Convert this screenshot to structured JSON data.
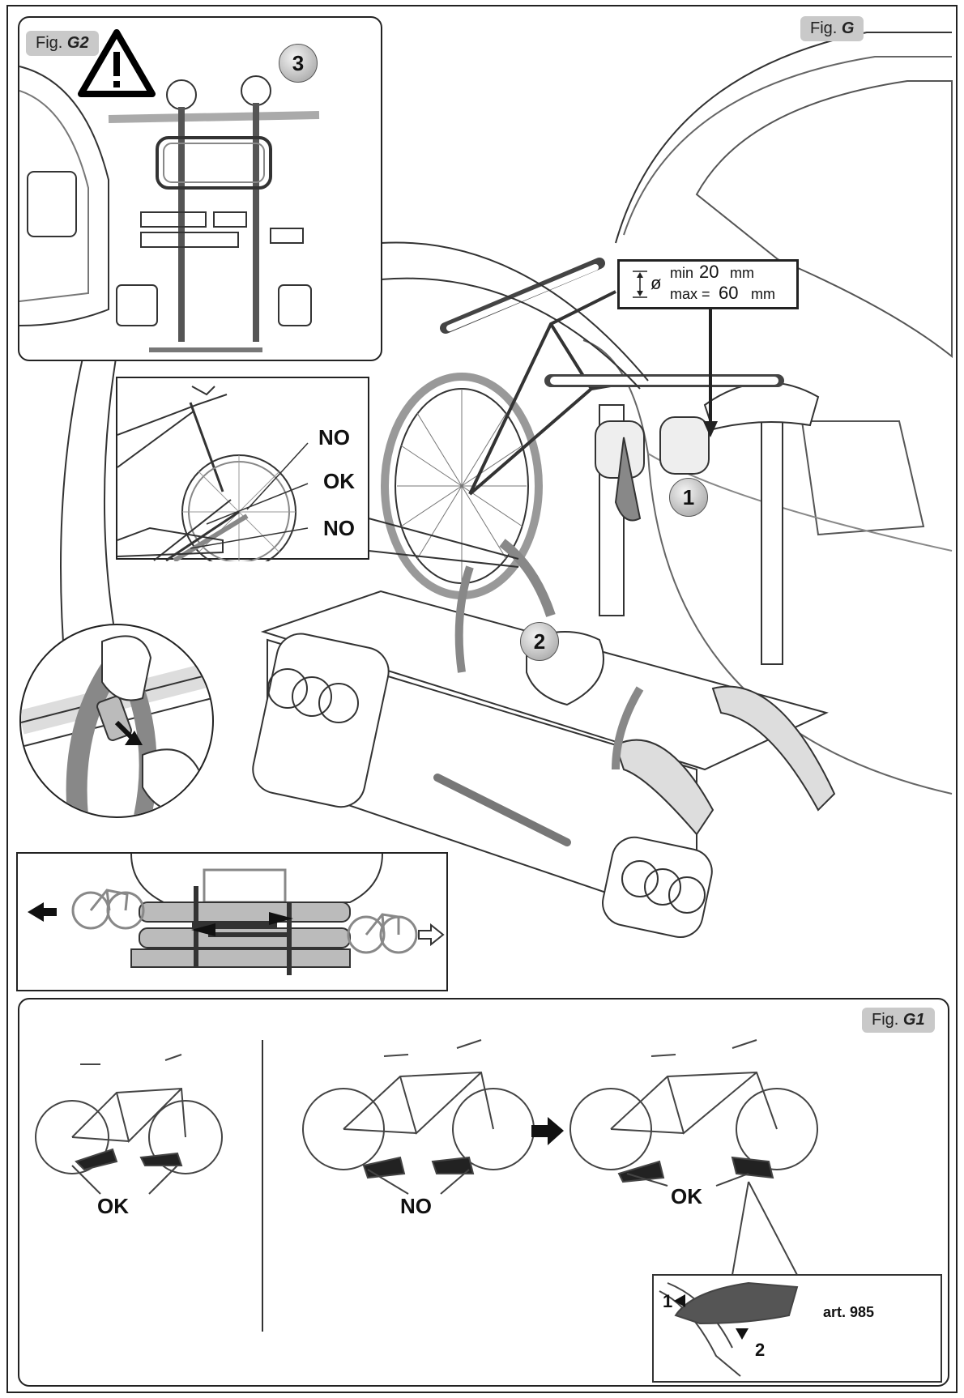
{
  "figure_labels": {
    "fig_g": {
      "prefix": "Fig.",
      "id": "G"
    },
    "fig_g2": {
      "prefix": "Fig.",
      "id": "G2"
    },
    "fig_g1": {
      "prefix": "Fig.",
      "id": "G1"
    }
  },
  "badges": {
    "step1": "1",
    "step2": "2",
    "step3": "3"
  },
  "diameter_box": {
    "symbol": "ø",
    "min_label": "min",
    "min_value": "20",
    "max_label": "max =",
    "max_value": "60",
    "unit": "mm"
  },
  "wheel_detail": {
    "no_top": "NO",
    "ok": "OK",
    "no_bottom": "NO"
  },
  "g1": {
    "panel1_label": "OK",
    "panel2_label": "NO",
    "panel3_label": "OK",
    "inset": {
      "step1": "1",
      "step2": "2",
      "art": "art. 985"
    }
  },
  "colors": {
    "line": "#222222",
    "grey": "#bdbdbd",
    "tag": "#c9c9c9"
  }
}
